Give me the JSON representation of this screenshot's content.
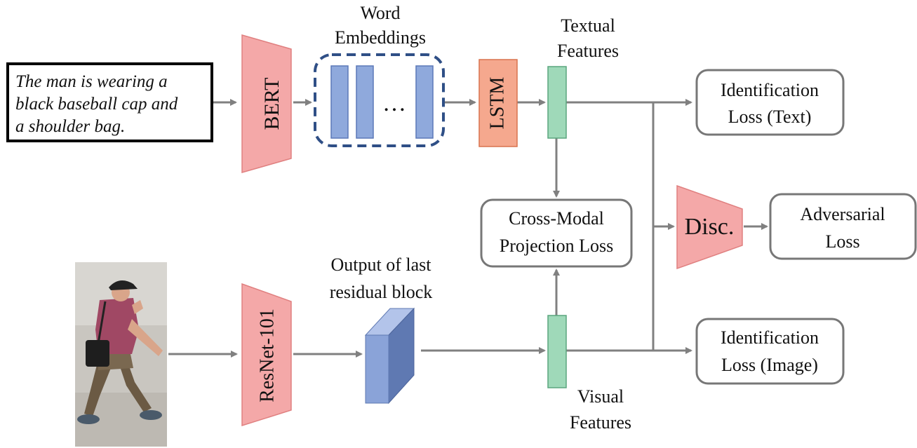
{
  "input_text": {
    "lines": [
      "The man is wearing a",
      "black baseball cap and",
      "a shoulder bag."
    ]
  },
  "labels": {
    "bert": "BERT",
    "word_embeddings": [
      "Word",
      "Embeddings"
    ],
    "ellipsis": "…",
    "lstm": "LSTM",
    "textual_features": [
      "Textual",
      "Features"
    ],
    "id_loss_text": [
      "Identification",
      "Loss (Text)"
    ],
    "cmpl": [
      "Cross-Modal",
      "Projection Loss"
    ],
    "disc": "Disc.",
    "adversarial_loss": [
      "Adversarial",
      "Loss"
    ],
    "resnet": "ResNet-101",
    "residual_block": [
      "Output of last",
      "residual block"
    ],
    "visual_features": [
      "Visual",
      "Features"
    ],
    "id_loss_image": [
      "Identification",
      "Loss (Image)"
    ]
  },
  "colors": {
    "encoder_fill": "#f4a8a8",
    "encoder_stroke": "#e08080",
    "embedding_fill": "#8fa9dc",
    "embedding_stroke": "#5c78b8",
    "dashed_border": "#2f4f86",
    "lstm_fill": "#f5a88e",
    "lstm_stroke": "#d9734f",
    "feature_fill": "#9fd9b9",
    "feature_stroke": "#5aa57e",
    "block_front": "#8aa3d8",
    "block_side": "#5f79b2",
    "block_top": "#b3c4ea",
    "arrow": "#808080",
    "box_stroke": "#777777"
  }
}
